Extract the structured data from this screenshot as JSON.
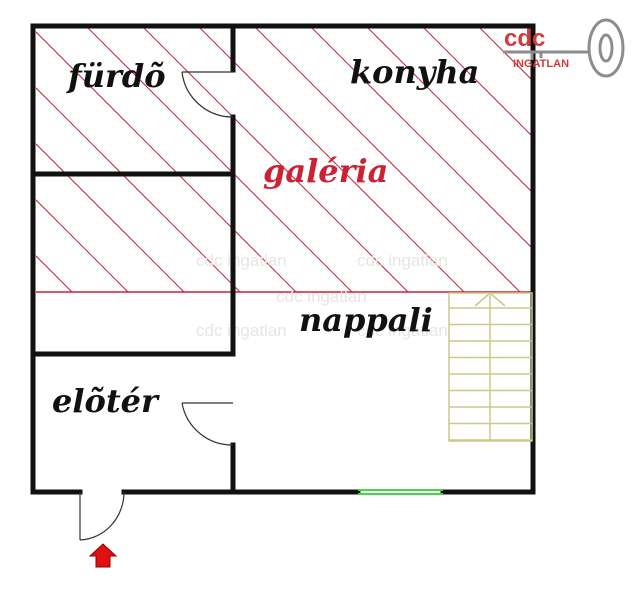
{
  "rooms": {
    "bathroom": "fürdõ",
    "kitchen": "konyha",
    "living_room": "nappali",
    "hall": "elõtér"
  },
  "gallery": {
    "label": "galéria",
    "color": "#cc2233"
  },
  "logo": {
    "brand": "cdc",
    "sub": "INGATLAN",
    "color": "#d23b3b"
  },
  "watermark": {
    "text": "cdc ingatlan"
  },
  "colors": {
    "wall": "#111111",
    "window": "#46d646",
    "entrance_arrow": "#e01010",
    "stairs": "#c9c98a"
  }
}
